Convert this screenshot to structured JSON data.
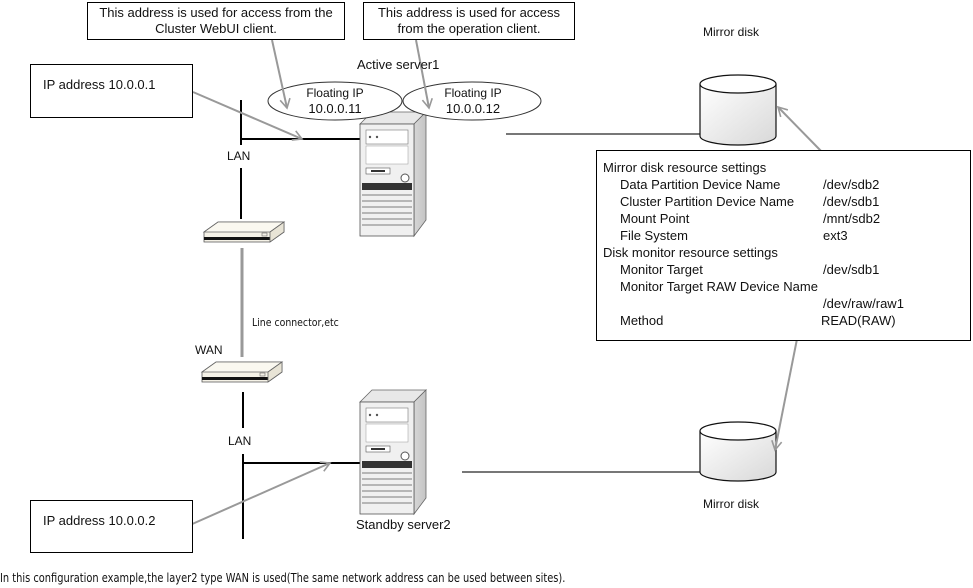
{
  "callouts": {
    "webui": "This address is used for access from the Cluster WebUI  client.",
    "operation": "This address is used for access from the operation client."
  },
  "servers": {
    "active": "Active server1",
    "standby": "Standby server2"
  },
  "floating_ips": [
    {
      "label": "Floating IP",
      "ip": "10.0.0.11"
    },
    {
      "label": "Floating IP",
      "ip": "10.0.0.12"
    }
  ],
  "ip_addresses": {
    "server1": "IP address 10.0.0.1",
    "server2": "IP address 10.0.0.2"
  },
  "network": {
    "lan_top": "LAN",
    "lan_bottom": "LAN",
    "wan": "WAN",
    "line_connector": "Line connector,etc"
  },
  "disks": {
    "top": "Mirror  disk",
    "bottom": "Mirror  disk"
  },
  "settings": {
    "mirror_header": "Mirror disk resource settings",
    "mirror_rows": [
      {
        "key": "Data Partition Device Name",
        "value": "/dev/sdb2"
      },
      {
        "key": "Cluster Partition Device Name",
        "value": "/dev/sdb1"
      },
      {
        "key": "Mount Point",
        "value": "/mnt/sdb2"
      },
      {
        "key": "File System",
        "value": "ext3"
      }
    ],
    "monitor_header": "Disk monitor resource settings",
    "monitor_rows": [
      {
        "key": "Monitor Target",
        "value": "/dev/sdb1"
      },
      {
        "key": "Monitor Target RAW Device Name",
        "value": ""
      },
      {
        "key": "",
        "value": "/dev/raw/raw1"
      },
      {
        "key": "Method",
        "value": "READ(RAW)"
      }
    ]
  },
  "footnote": "In this configuration example,the layer2 type WAN is used(The  same network address can be used between sites)."
}
